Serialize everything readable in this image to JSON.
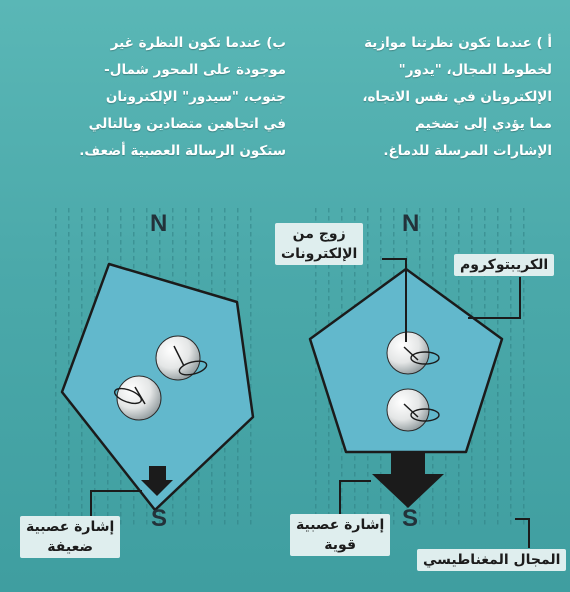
{
  "paragraph_a": {
    "lines": [
      "أ ) عندما تكون نظرتنا موازية",
      "لخطوط المجال، \"يدور\"",
      "الإلكترونان في نفس الاتجاه،",
      "مما يؤدي إلى تضخيم",
      "الإشارات المرسلة للدماغ."
    ]
  },
  "paragraph_b": {
    "lines": [
      "ب) عندما تكون النظرة غير",
      "موجودة على المحور شمال-",
      "جنوب، \"سيدور\" الإلكترونان",
      "في اتجاهين متضادين وبالتالي",
      "ستكون الرسالة العصبية أضعف."
    ]
  },
  "diagram_right": {
    "north": "N",
    "south": "S",
    "electron_pair_label": [
      "زوج من",
      "الإلكترونات"
    ],
    "cryptochrome_label": "الكريبتوكروم",
    "signal_label": [
      "إشارة عصبية",
      "قوية"
    ],
    "field_label": "المجال المغناطيسي"
  },
  "diagram_left": {
    "north": "N",
    "south": "S",
    "signal_label": [
      "إشارة عصبية",
      "ضعيفة"
    ]
  },
  "colors": {
    "background": "#4fb0b0",
    "pentagon_fill": "#62b8cc",
    "outline": "#1b1b1b",
    "label_box": "#dfeeee",
    "text_light": "#ffffff"
  }
}
